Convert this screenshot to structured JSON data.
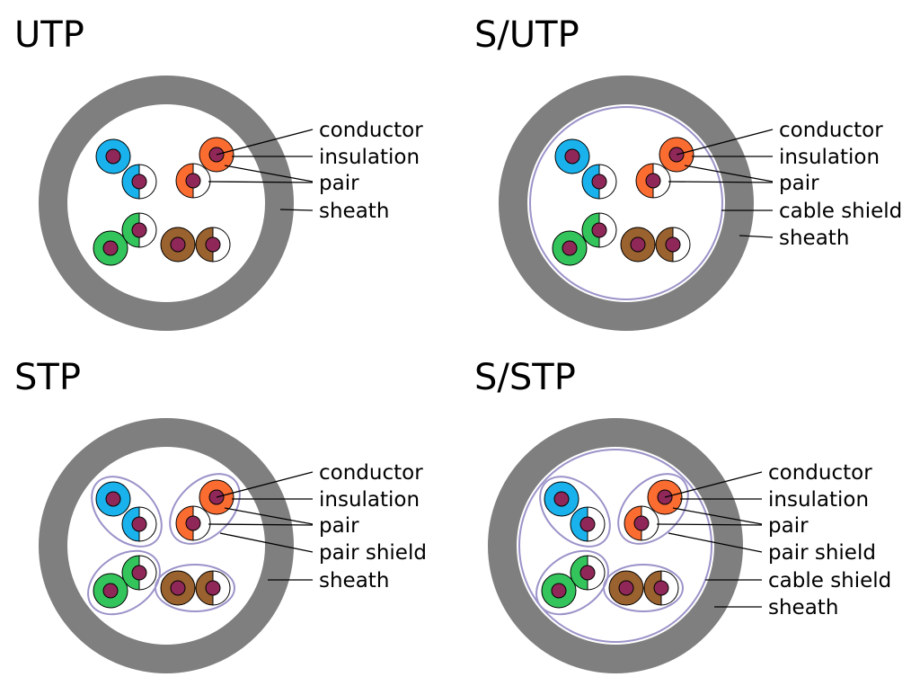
{
  "colors": {
    "sheath": "#7f7f7f",
    "cable_shield": "#9b93c9",
    "pair_shield": "#9b93c9",
    "conductor": "#8f2858",
    "white_half": "#ffffff",
    "pair_colors": {
      "blue": "#1ab2ec",
      "orange": "#fb6c31",
      "green": "#34c45c",
      "brown": "#99622f"
    }
  },
  "panels": [
    {
      "id": "utp",
      "title": "UTP",
      "labels": {
        "conductor": "conductor",
        "insulation": "insulation",
        "pair": "pair",
        "sheath": "sheath"
      },
      "has_cable_shield": false,
      "has_pair_shield": false
    },
    {
      "id": "sutp",
      "title": "S/UTP",
      "labels": {
        "conductor": "conductor",
        "insulation": "insulation",
        "pair": "pair",
        "cable_shield": "cable shield",
        "sheath": "sheath"
      },
      "has_cable_shield": true,
      "has_pair_shield": false
    },
    {
      "id": "stp",
      "title": "STP",
      "labels": {
        "conductor": "conductor",
        "insulation": "insulation",
        "pair": "pair",
        "pair_shield": "pair shield",
        "sheath": "sheath"
      },
      "has_cable_shield": false,
      "has_pair_shield": true
    },
    {
      "id": "sstp",
      "title": "S/STP",
      "labels": {
        "conductor": "conductor",
        "insulation": "insulation",
        "pair": "pair",
        "pair_shield": "pair shield",
        "cable_shield": "cable shield",
        "sheath": "sheath"
      },
      "has_cable_shield": true,
      "has_pair_shield": true
    }
  ]
}
